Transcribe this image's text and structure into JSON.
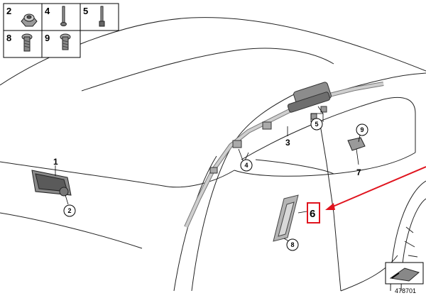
{
  "legend": {
    "cells": [
      {
        "num": "2",
        "icon": "nut-icon"
      },
      {
        "num": "4",
        "icon": "rivet-icon"
      },
      {
        "num": "5",
        "icon": "clip-pin-icon"
      },
      {
        "num": "8",
        "icon": "screw-icon"
      },
      {
        "num": "9",
        "icon": "bolt-icon"
      }
    ]
  },
  "callouts": {
    "c1": "1",
    "c2": "2",
    "c3": "3",
    "c4": "4",
    "c5": "5",
    "c6": "6",
    "c7": "7",
    "c8": "8",
    "c9": "9"
  },
  "highlight_color": "#e0141e",
  "doc_id": "478701"
}
